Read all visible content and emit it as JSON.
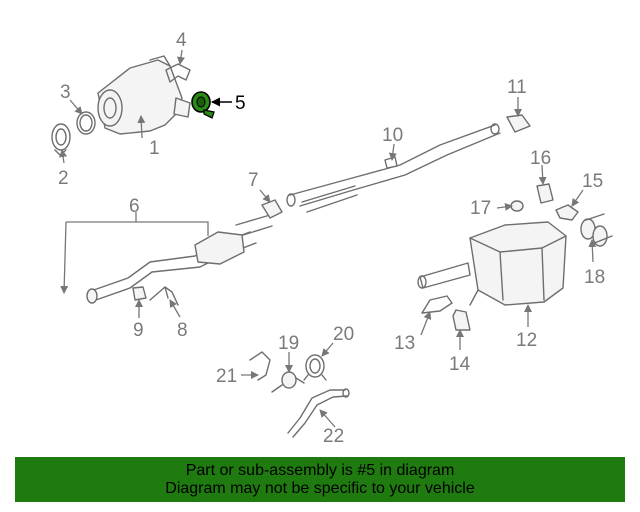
{
  "labels": {
    "l1": "1",
    "l2": "2",
    "l3": "3",
    "l4": "4",
    "l5": "5",
    "l6": "6",
    "l7": "7",
    "l8": "8",
    "l9": "9",
    "l10": "10",
    "l11": "11",
    "l12": "12",
    "l13": "13",
    "l14": "14",
    "l15": "15",
    "l16": "16",
    "l17": "17",
    "l18": "18",
    "l19": "19",
    "l20": "20",
    "l21": "21",
    "l22": "22"
  },
  "banner": {
    "line1": "Part or sub-assembly is #5 in diagram",
    "line2": "Diagram may not be specific to your vehicle"
  },
  "colors": {
    "banner_bg": "#1f7b10",
    "highlight_part": "#2a8a16",
    "line_art": "#6e6e6e",
    "label_text": "#7a7a7a"
  }
}
